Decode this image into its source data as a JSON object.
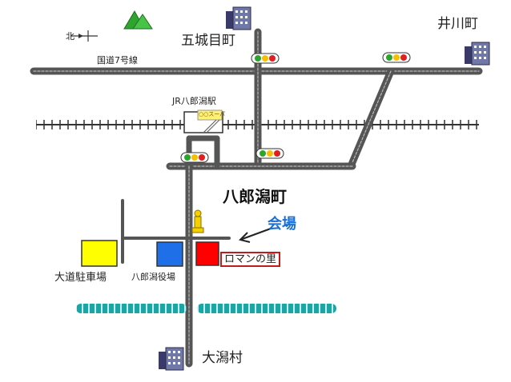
{
  "map": {
    "north_label": "北",
    "places": {
      "gojome": "五城目町",
      "ikawa": "井川町",
      "ogata": "大潟村",
      "hachirogata": "八郎潟町"
    },
    "route": "国道7号線",
    "station": "JR八郎潟駅",
    "station_sign": "○○スーパ",
    "venue_label": "会場",
    "venue_name": "ロマンの里",
    "parking": "大道駐車場",
    "town_office": "八郎潟役場",
    "colors": {
      "road": "#555555",
      "railway": "#333333",
      "river": "#1aa6a6",
      "parking": "#ffff00",
      "town_office": "#1e6fe8",
      "venue": "#ff0000",
      "venue_text": "#1a6fd6",
      "venue_border": "#c21b1b",
      "mountain": "#2fa52f"
    },
    "icons": [
      "mountain-icon",
      "building-icon",
      "traffic-light-icon",
      "station-icon",
      "statue-icon",
      "arrow-icon",
      "compass-icon"
    ]
  }
}
